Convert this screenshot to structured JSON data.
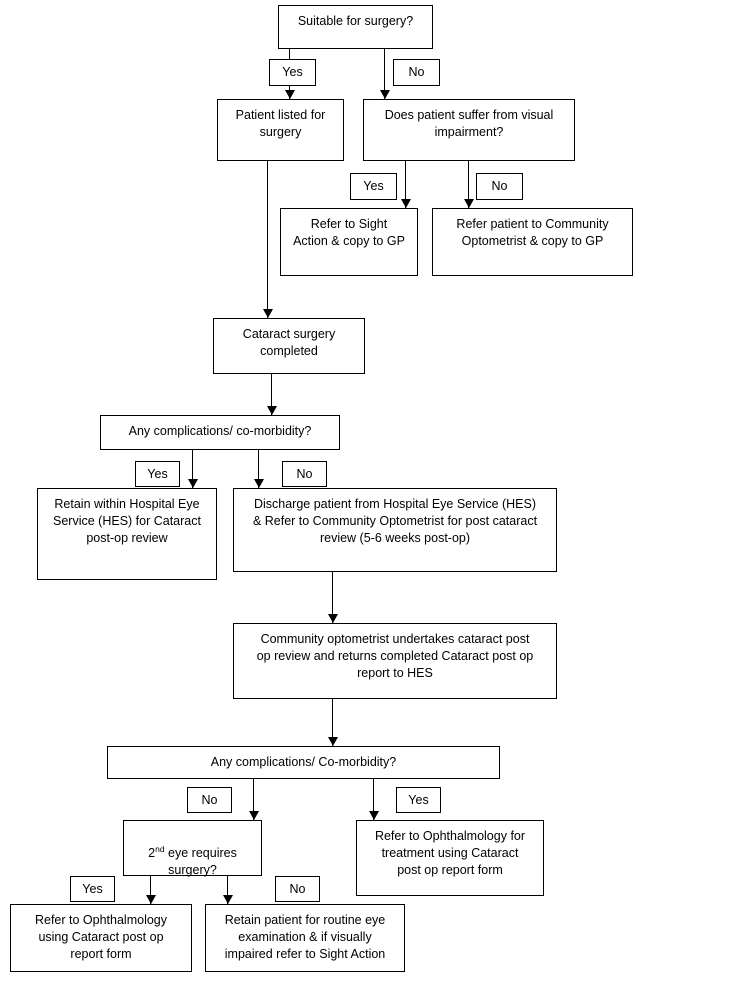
{
  "diagram": {
    "title": "Cataract surgery patient pathway flowchart",
    "line_color": "#000000",
    "box_fill": "#ffffff",
    "text_color": "#000000"
  },
  "nodes": {
    "suitable_for_surgery": "Suitable for surgery?",
    "patient_listed": "Patient listed for\nsurgery",
    "visual_impairment": "Does patient suffer from visual\nimpairment?",
    "refer_sight_action": "Refer to Sight\nAction & copy to GP",
    "refer_community_optometrist": "Refer patient to Community\nOptometrist & copy to GP",
    "cataract_completed": "Cataract surgery\ncompleted",
    "any_complications_1": "Any complications/ co-morbidity?",
    "retain_within_hes": "Retain within Hospital Eye\nService (HES) for Cataract\npost-op review",
    "discharge_patient": "Discharge patient from Hospital Eye Service (HES)\n& Refer to Community Optometrist for post cataract\nreview (5-6 weeks post-op)",
    "community_undertakes": "Community optometrist undertakes cataract post\nop review and returns completed Cataract post op\nreport to HES",
    "any_complications_2": "Any complications/ Co-morbidity?",
    "second_eye_prefix": "2",
    "second_eye_sup": "nd",
    "second_eye_rest": " eye requires\nsurgery?",
    "refer_ophthalmology_treatment": "Refer to Ophthalmology for\ntreatment using Cataract\npost op report form",
    "refer_ophthalmology_using": "Refer to Ophthalmology\nusing Cataract post op\nreport form",
    "retain_routine_exam": "Retain patient for routine eye\nexamination & if visually\nimpaired refer to Sight Action"
  },
  "edge_labels": {
    "suitable_yes": "Yes",
    "suitable_no": "No",
    "impairment_yes": "Yes",
    "impairment_no": "No",
    "complications1_yes": "Yes",
    "complications1_no": "No",
    "complications2_no": "No",
    "complications2_yes": "Yes",
    "second_eye_yes": "Yes",
    "second_eye_no": "No"
  }
}
